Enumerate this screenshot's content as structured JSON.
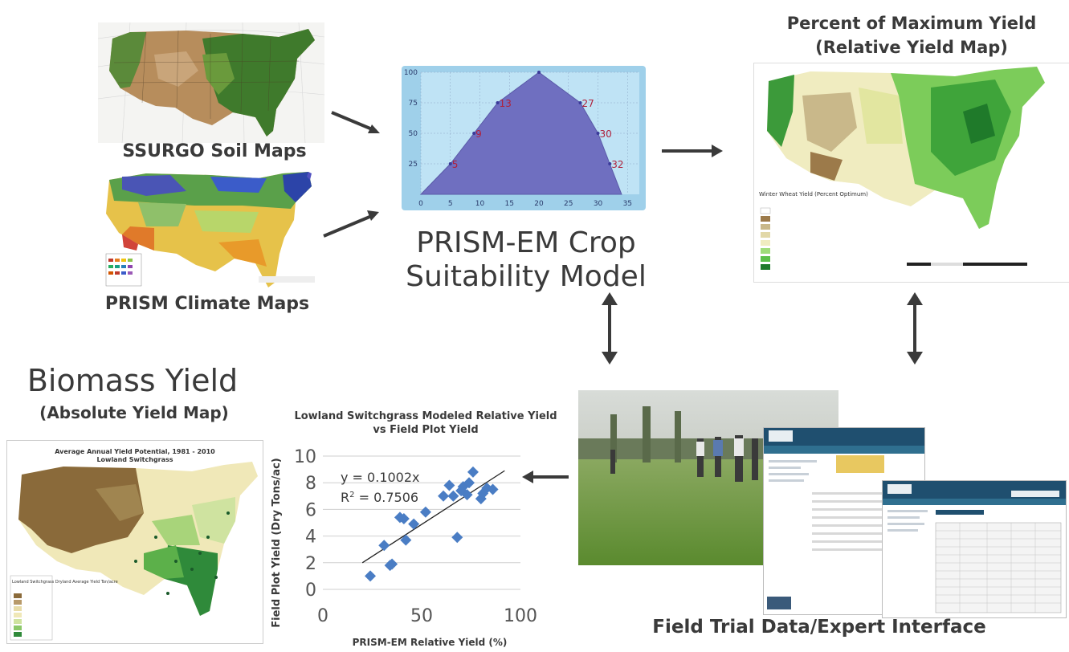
{
  "labels": {
    "ssurgo": "SSURGO Soil Maps",
    "prism_climate": "PRISM Climate Maps",
    "model_line1": "PRISM-EM Crop",
    "model_line2": "Suitability Model",
    "relative_title_1": "Percent of Maximum Yield",
    "relative_title_2": "(Relative Yield Map)",
    "biomass_title": "Biomass Yield",
    "biomass_sub": "(Absolute Yield Map)",
    "field_trial": "Field Trial Data/Expert Interface"
  },
  "suitability_chart": {
    "x_ticks": [
      "0",
      "5",
      "10",
      "15",
      "20",
      "25",
      "30",
      "35"
    ],
    "y_ticks": [
      "25",
      "50",
      "75",
      "100"
    ],
    "points": [
      {
        "x": 5,
        "y": 25,
        "label": "5"
      },
      {
        "x": 9,
        "y": 50,
        "label": "9"
      },
      {
        "x": 13,
        "y": 75,
        "label": "13"
      },
      {
        "x": 20,
        "y": 100,
        "label": ""
      },
      {
        "x": 27,
        "y": 75,
        "label": "27"
      },
      {
        "x": 30,
        "y": 50,
        "label": "30"
      },
      {
        "x": 32,
        "y": 25,
        "label": "32"
      }
    ],
    "colors": {
      "fill": "#6f6fc0",
      "bg": "#bfe3f5",
      "frame": "#9fd0ea",
      "point_label": "#b0203a"
    }
  },
  "relative_map": {
    "legend_title": "Winter Wheat Yield (Percent Optimum)"
  },
  "biomass_map": {
    "title_line1": "Average Annual Yield Potential, 1981 - 2010",
    "title_line2": "Lowland Switchgrass",
    "legend_title": "Lowland Switchgrass Dryland Average Yield Ton/acre"
  },
  "chart_data": {
    "type": "scatter",
    "title": "Lowland Switchgrass Modeled Relative Yield vs Field Plot Yield",
    "xlabel": "PRISM-EM Relative Yield (%)",
    "ylabel": "Field Plot Yield (Dry Tons/ac)",
    "xlim": [
      0,
      100
    ],
    "ylim": [
      0,
      10
    ],
    "x_ticks": [
      "0",
      "50",
      "100"
    ],
    "y_ticks": [
      "0",
      "2",
      "4",
      "6",
      "8",
      "10"
    ],
    "equation": "y = 0.1002x",
    "r2_prefix": "R",
    "r2_exp": "2",
    "r2_value": " = 0.7506",
    "trendline_slope": 0.1002,
    "marker_color": "#4a7dc4",
    "points": [
      [
        24,
        1.0
      ],
      [
        31,
        3.3
      ],
      [
        34,
        1.8
      ],
      [
        35,
        1.9
      ],
      [
        39,
        5.4
      ],
      [
        41,
        5.3
      ],
      [
        42,
        3.7
      ],
      [
        46,
        4.9
      ],
      [
        52,
        5.8
      ],
      [
        61,
        7.0
      ],
      [
        64,
        7.8
      ],
      [
        66,
        7.0
      ],
      [
        68,
        3.9
      ],
      [
        70,
        7.4
      ],
      [
        71,
        7.7
      ],
      [
        73,
        7.1
      ],
      [
        74,
        8.0
      ],
      [
        76,
        8.8
      ],
      [
        80,
        6.8
      ],
      [
        81,
        7.2
      ],
      [
        83,
        7.6
      ],
      [
        86,
        7.5
      ]
    ]
  }
}
